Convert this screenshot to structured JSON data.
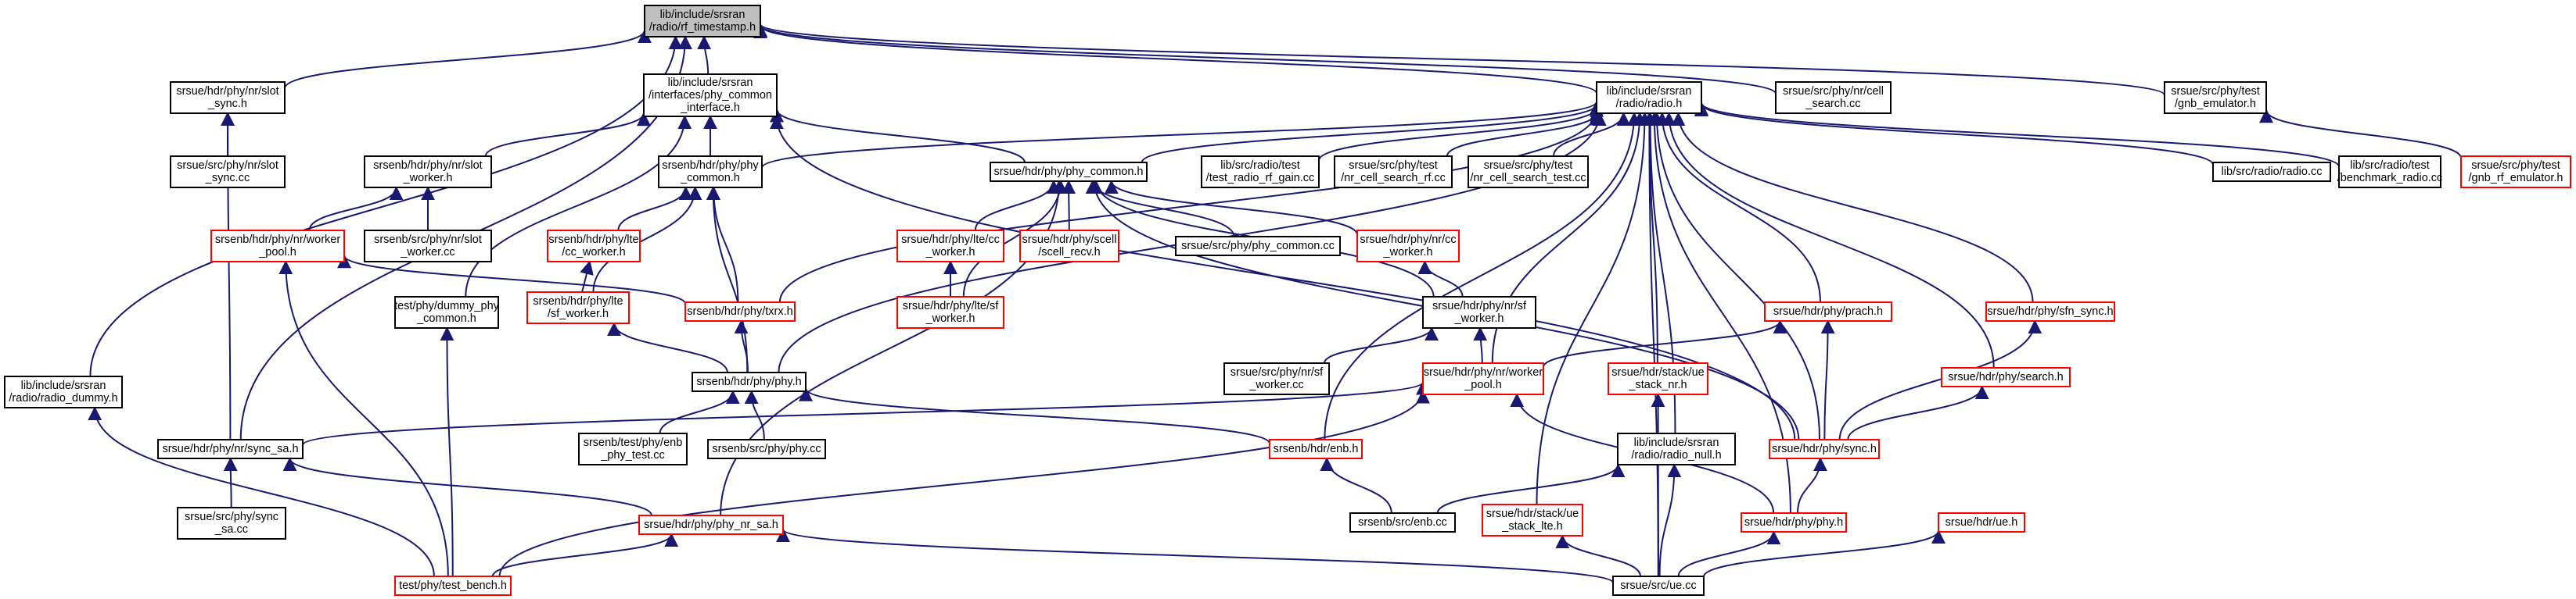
{
  "colors": {
    "edge": "#191970",
    "root_fill": "#bfbfbf",
    "normal_border": "#000000",
    "truncated_border": "#ff0000",
    "text": "#000000"
  },
  "nodes": [
    {
      "id": "rf_timestamp",
      "lines": [
        "lib/include/srsran",
        "/radio/rf_timestamp.h"
      ],
      "root": true
    },
    {
      "id": "slot_sync_h",
      "lines": [
        "srsue/hdr/phy/nr/slot",
        "_sync.h"
      ]
    },
    {
      "id": "phy_common_iface",
      "lines": [
        "lib/include/srsran",
        "/interfaces/phy_common",
        "_interface.h"
      ]
    },
    {
      "id": "radio_h",
      "lines": [
        "lib/include/srsran",
        "/radio/radio.h"
      ]
    },
    {
      "id": "cell_search_cc",
      "lines": [
        "srsue/src/phy/nr/cell",
        "_search.cc"
      ]
    },
    {
      "id": "gnb_emulator_h",
      "lines": [
        "srsue/src/phy/test",
        "/gnb_emulator.h"
      ]
    },
    {
      "id": "slot_sync_cc",
      "lines": [
        "srsue/src/phy/nr/slot",
        "_sync.cc"
      ]
    },
    {
      "id": "enb_slot_worker_h",
      "lines": [
        "srsenb/hdr/phy/nr/slot",
        "_worker.h"
      ]
    },
    {
      "id": "enb_phy_common_h",
      "lines": [
        "srsenb/hdr/phy/phy",
        "_common.h"
      ]
    },
    {
      "id": "ue_phy_common_h",
      "lines": [
        "srsue/hdr/phy/phy_common.h"
      ]
    },
    {
      "id": "test_radio_rf_gain",
      "lines": [
        "lib/src/radio/test",
        "/test_radio_rf_gain.cc"
      ]
    },
    {
      "id": "nr_cell_search_rf",
      "lines": [
        "srsue/src/phy/test",
        "/nr_cell_search_rf.cc"
      ]
    },
    {
      "id": "nr_cell_search_test",
      "lines": [
        "srsue/src/phy/test",
        "/nr_cell_search_test.cc"
      ]
    },
    {
      "id": "radio_cc",
      "lines": [
        "lib/src/radio/radio.cc"
      ]
    },
    {
      "id": "benchmark_radio",
      "lines": [
        "lib/src/radio/test",
        "/benchmark_radio.cc"
      ]
    },
    {
      "id": "gnb_rf_emulator",
      "lines": [
        "srsue/src/phy/test",
        "/gnb_rf_emulator.h"
      ],
      "truncated": true
    },
    {
      "id": "enb_nr_worker_pool",
      "lines": [
        "srsenb/hdr/phy/nr/worker",
        "_pool.h"
      ],
      "truncated": true
    },
    {
      "id": "enb_slot_worker_cc",
      "lines": [
        "srsenb/src/phy/nr/slot",
        "_worker.cc"
      ]
    },
    {
      "id": "enb_lte_cc_worker",
      "lines": [
        "srsenb/hdr/phy/lte",
        "/cc_worker.h"
      ],
      "truncated": true
    },
    {
      "id": "ue_lte_cc_worker",
      "lines": [
        "srsue/hdr/phy/lte/cc",
        "_worker.h"
      ],
      "truncated": true
    },
    {
      "id": "scell_recv",
      "lines": [
        "srsue/hdr/phy/scell",
        "/scell_recv.h"
      ],
      "truncated": true
    },
    {
      "id": "ue_phy_common_cc",
      "lines": [
        "srsue/src/phy/phy_common.cc"
      ]
    },
    {
      "id": "ue_nr_cc_worker",
      "lines": [
        "srsue/hdr/phy/nr/cc",
        "_worker.h"
      ],
      "truncated": true
    },
    {
      "id": "ue_lte_sf_worker",
      "lines": [
        "srsue/hdr/phy/lte/sf",
        "_worker.h"
      ],
      "truncated": true
    },
    {
      "id": "test_dummy_phy_common",
      "lines": [
        "test/phy/dummy_phy",
        "_common.h"
      ]
    },
    {
      "id": "enb_lte_sf_worker",
      "lines": [
        "srsenb/hdr/phy/lte",
        "/sf_worker.h"
      ],
      "truncated": true
    },
    {
      "id": "enb_txrx",
      "lines": [
        "srsenb/hdr/phy/txrx.h"
      ],
      "truncated": true
    },
    {
      "id": "ue_nr_sf_worker",
      "lines": [
        "srsue/hdr/phy/nr/sf",
        "_worker.h"
      ]
    },
    {
      "id": "prach_h",
      "lines": [
        "srsue/hdr/phy/prach.h"
      ],
      "truncated": true
    },
    {
      "id": "sfn_sync_h",
      "lines": [
        "srsue/hdr/phy/sfn_sync.h"
      ],
      "truncated": true
    },
    {
      "id": "radio_dummy_h",
      "lines": [
        "lib/include/srsran",
        "/radio/radio_dummy.h"
      ]
    },
    {
      "id": "enb_phy_h",
      "lines": [
        "srsenb/hdr/phy/phy.h"
      ]
    },
    {
      "id": "ue_nr_sf_worker_cc",
      "lines": [
        "srsue/src/phy/nr/sf",
        "_worker.cc"
      ]
    },
    {
      "id": "ue_nr_worker_pool",
      "lines": [
        "srsue/hdr/phy/nr/worker",
        "_pool.h"
      ],
      "truncated": true
    },
    {
      "id": "stack_nr_h",
      "lines": [
        "srsue/hdr/stack/ue",
        "_stack_nr.h"
      ],
      "truncated": true
    },
    {
      "id": "search_h",
      "lines": [
        "srsue/hdr/phy/search.h"
      ],
      "truncated": true
    },
    {
      "id": "ue_nr_sync_sa",
      "lines": [
        "srsue/hdr/phy/nr/sync_sa.h"
      ]
    },
    {
      "id": "enb_phy_test",
      "lines": [
        "srsenb/test/phy/enb",
        "_phy_test.cc"
      ]
    },
    {
      "id": "enb_phy_cc",
      "lines": [
        "srsenb/src/phy/phy.cc"
      ]
    },
    {
      "id": "enb_h",
      "lines": [
        "srsenb/hdr/enb.h"
      ],
      "truncated": true
    },
    {
      "id": "radio_null_h",
      "lines": [
        "lib/include/srsran",
        "/radio/radio_null.h"
      ]
    },
    {
      "id": "ue_sync_h",
      "lines": [
        "srsue/hdr/phy/sync.h"
      ],
      "truncated": true
    },
    {
      "id": "sync_sa_cc",
      "lines": [
        "srsue/src/phy/sync",
        "_sa.cc"
      ]
    },
    {
      "id": "phy_nr_sa",
      "lines": [
        "srsue/hdr/phy/phy_nr_sa.h"
      ],
      "truncated": true
    },
    {
      "id": "enb_cc",
      "lines": [
        "srsenb/src/enb.cc"
      ]
    },
    {
      "id": "stack_lte_h",
      "lines": [
        "srsue/hdr/stack/ue",
        "_stack_lte.h"
      ],
      "truncated": true
    },
    {
      "id": "ue_phy_h",
      "lines": [
        "srsue/hdr/phy/phy.h"
      ],
      "truncated": true
    },
    {
      "id": "ue_h",
      "lines": [
        "srsue/hdr/ue.h"
      ],
      "truncated": true
    },
    {
      "id": "test_bench_h",
      "lines": [
        "test/phy/test_bench.h"
      ],
      "truncated": true
    },
    {
      "id": "ue_cc",
      "lines": [
        "srsue/src/ue.cc"
      ]
    }
  ]
}
